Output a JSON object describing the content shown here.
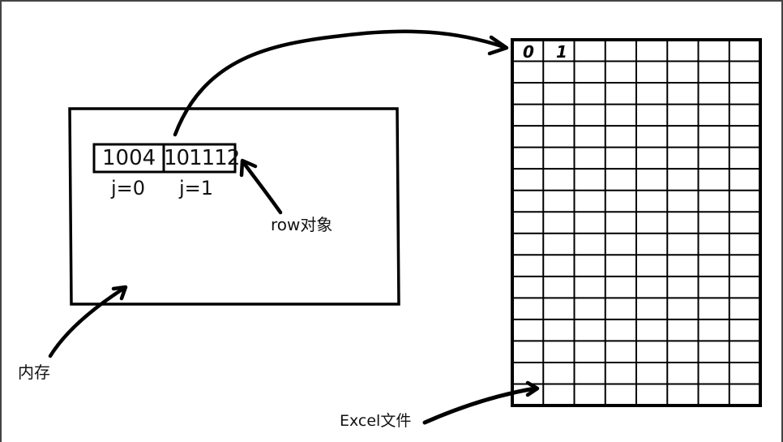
{
  "memory": {
    "cells": [
      {
        "value": "1004",
        "index_label": "j=0"
      },
      {
        "value": "101112",
        "index_label": "j=1"
      }
    ],
    "caption": "内存"
  },
  "row_caption": "row对象",
  "excel": {
    "caption": "Excel文件",
    "column_headers": [
      "0",
      "1"
    ],
    "rows": 17,
    "cols": 8
  },
  "colors": {
    "stroke": "#000000",
    "frame": "#444444",
    "background": "#ffffff"
  }
}
